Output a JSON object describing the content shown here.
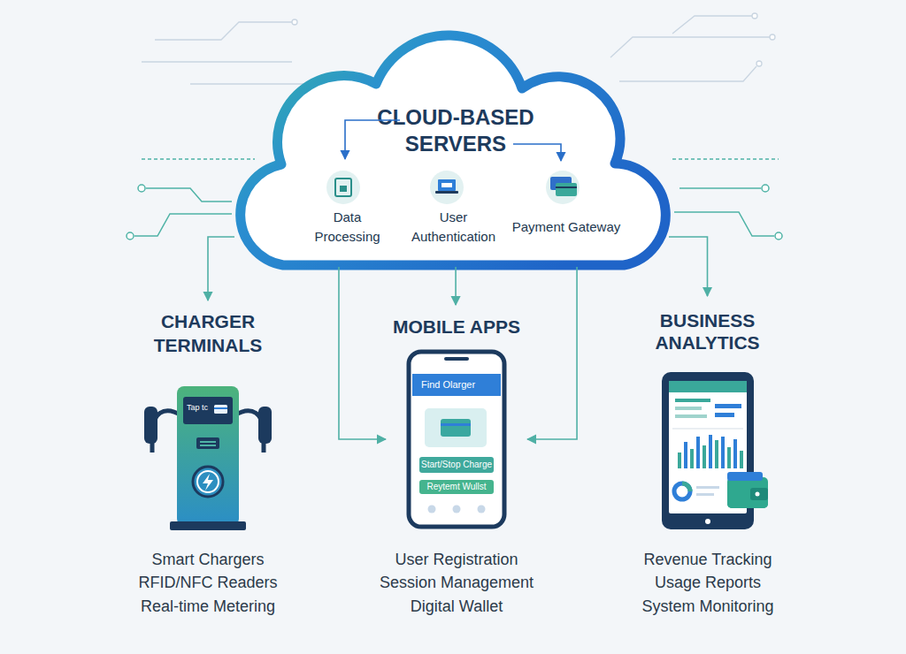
{
  "diagram": {
    "nodes": [
      {
        "text": [
          "CLOUD-BASED SERVERS"
        ]
      },
      {
        "text": [
          "Data Processing"
        ],
        "in": 0
      },
      {
        "text": [
          "User Authentication"
        ],
        "in": 0
      },
      {
        "text": [
          "Payment Gateway"
        ],
        "in": 0
      },
      {
        "text": [
          "CHARGER TERMINALS",
          "Smart Chargers",
          "RFID/NFC Readers",
          "Real-time Metering"
        ]
      },
      {
        "text": [
          "MOBILE APPS",
          "User Registration",
          "Session Management",
          "Digital Wallet"
        ]
      },
      {
        "text": [
          "Find Olarger"
        ],
        "in": 5
      },
      {
        "text": [
          "Start/Stop Charge"
        ],
        "in": 5
      },
      {
        "text": [
          "Reytemt Wullst"
        ],
        "in": 5
      },
      {
        "text": [
          "BUSINESS ANALYTICS",
          "Revenue Tracking",
          "Usage Reports",
          "System Monitoring"
        ]
      }
    ],
    "edges": [
      {
        "from": 0,
        "to": 4,
        "arrow": "to"
      },
      {
        "from": 0,
        "to": 5,
        "arrow": "to"
      },
      {
        "from": 0,
        "to": 5,
        "arrow": "to"
      },
      {
        "from": 0,
        "to": 5,
        "arrow": "to"
      },
      {
        "from": 0,
        "to": 9,
        "arrow": "to"
      }
    ],
    "labels": [
      "Tap tc"
    ]
  }
}
